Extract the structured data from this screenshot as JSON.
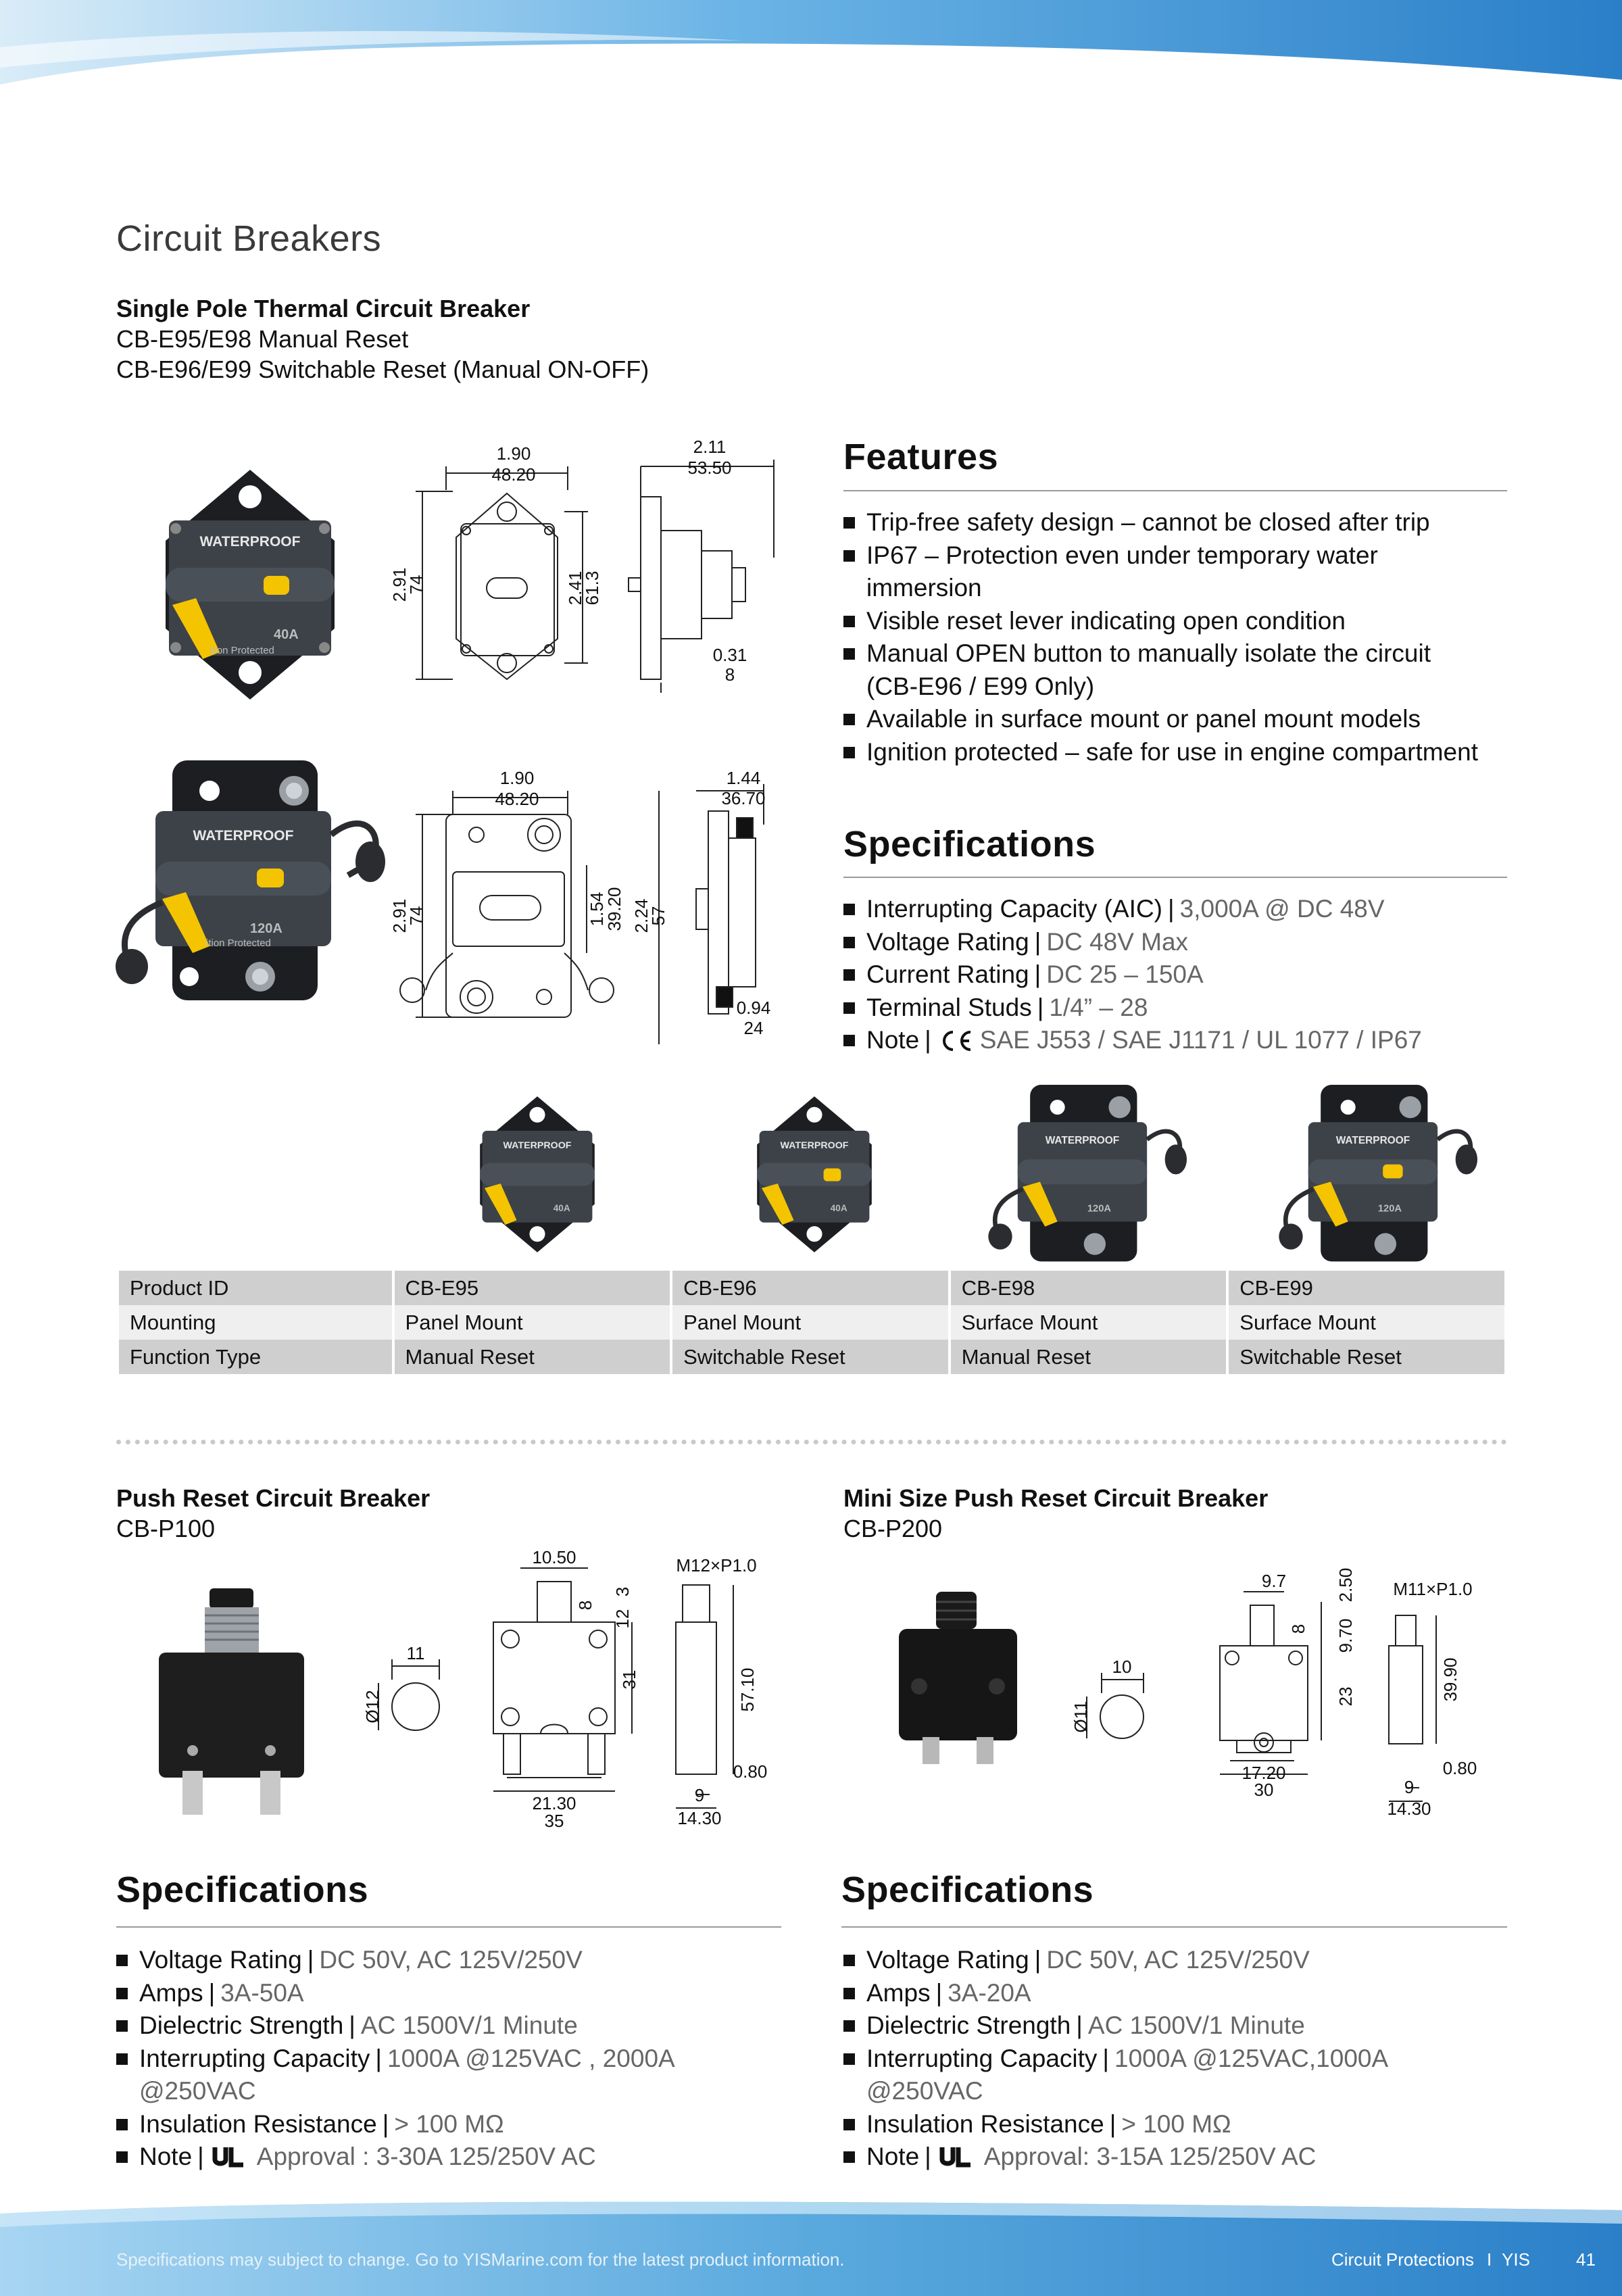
{
  "page": {
    "title": "Circuit Breakers",
    "number": "41",
    "footer_note": "Specifications may subject to change. Go to YISMarine.com for the latest product information.",
    "footer_section": "Circuit Protections",
    "footer_divider": "I",
    "footer_brand": "YIS",
    "colors": {
      "wave_dark": "#2a7fc8",
      "wave_light": "#8cc8ef",
      "table_dark": "#cfcfcf",
      "table_light": "#efefef"
    }
  },
  "thermal": {
    "heading": "Single Pole Thermal Circuit Breaker",
    "line1": "CB-E95/E98 Manual Reset",
    "line2": "CB-E96/E99 Switchable Reset (Manual ON-OFF)",
    "photo1": {
      "label": "WATERPROOF",
      "rating": "40A",
      "caption": "ition Protected"
    },
    "photo2": {
      "label": "WATERPROOF",
      "rating": "120A",
      "caption": "ition Protected"
    },
    "dims_panel": {
      "width_in": "1.90",
      "width_mm": "48.20",
      "height_in": "2.91",
      "height_mm": "74",
      "hole_in": "2.41",
      "hole_mm": "61.3",
      "depth_in": "2.11",
      "depth_mm": "53.50",
      "flange_in": "0.31",
      "flange_mm": "8"
    },
    "dims_surface": {
      "width_in": "1.90",
      "width_mm": "48.20",
      "height_in": "2.91",
      "height_mm": "74",
      "inner_in": "1.54",
      "inner_mm": "39.20",
      "side_in": "2.24",
      "side_mm": "57",
      "depth_in": "1.44",
      "depth_mm": "36.70",
      "base_in": "0.94",
      "base_mm": "24"
    },
    "features": {
      "heading": "Features",
      "items": [
        "Trip-free safety design – cannot be closed after trip",
        "IP67 – Protection even under temporary water",
        "immersion",
        "Visible reset lever indicating open condition",
        "Manual OPEN button to manually isolate the circuit",
        "(CB-E96 / E99 Only)",
        "Available in surface mount or panel mount models",
        "Ignition protected – safe for use in engine compartment"
      ]
    },
    "specs": {
      "heading": "Specifications",
      "items": [
        {
          "label": "Interrupting Capacity (AIC)",
          "value": "3,000A @ DC 48V"
        },
        {
          "label": "Voltage Rating",
          "value": "DC 48V Max"
        },
        {
          "label": "Current Rating",
          "value": "DC 25 – 150A"
        },
        {
          "label": "Terminal Studs",
          "value": "1/4” – 28"
        },
        {
          "label": "Note",
          "value": "SAE J553 / SAE J1171 / UL 1077 / IP67",
          "mark": "CE"
        }
      ]
    },
    "gallery": [
      {
        "label": "WATERPROOF",
        "rating": "40A"
      },
      {
        "label": "WATERPROOF",
        "rating": "40A"
      },
      {
        "label": "WATERPROOF",
        "rating": "120A"
      },
      {
        "label": "WATERPROOF",
        "rating": "120A"
      }
    ],
    "table": {
      "rows": [
        {
          "label": "Product ID",
          "cells": [
            "CB-E95",
            "CB-E96",
            "CB-E98",
            "CB-E99"
          ]
        },
        {
          "label": "Mounting",
          "cells": [
            "Panel Mount",
            "Panel Mount",
            "Surface Mount",
            "Surface Mount"
          ]
        },
        {
          "label": "Function Type",
          "cells": [
            "Manual Reset",
            "Switchable Reset",
            "Manual Reset",
            "Switchable Reset"
          ]
        }
      ]
    }
  },
  "push": {
    "heading": "Push Reset Circuit Breaker",
    "model": "CB-P100",
    "dims": {
      "dia": "Ø12",
      "face": "11",
      "top": "10.50",
      "d3": "3",
      "d8": "8",
      "d12": "12",
      "d31": "31",
      "width1": "21.30",
      "width2": "35",
      "thread": "M12×P1.0",
      "len": "57.10",
      "tab": "0.80",
      "d9": "9",
      "base": "14.30"
    },
    "specs": {
      "heading": "Specifications",
      "items": [
        {
          "label": "Voltage Rating",
          "value": "DC 50V, AC 125V/250V"
        },
        {
          "label": "Amps",
          "value": "3A-50A"
        },
        {
          "label": "Dielectric Strength",
          "value": "AC 1500V/1 Minute"
        },
        {
          "label": "Interrupting Capacity",
          "value": "1000A @125VAC , 2000A"
        },
        {
          "cont": "@250VAC"
        },
        {
          "label": "Insulation Resistance",
          "value": "> 100 MΩ"
        },
        {
          "label": "Note",
          "value": "Approval : 3-30A 125/250V AC",
          "mark": "UL"
        }
      ]
    }
  },
  "mini": {
    "heading": "Mini Size Push Reset Circuit Breaker",
    "model": "CB-P200",
    "dims": {
      "dia": "Ø11",
      "face": "10",
      "top": "9.7",
      "d250": "2.50",
      "d8": "8",
      "d970": "9.70",
      "d23": "23",
      "width1": "17.20",
      "width2": "30",
      "thread": "M11×P1.0",
      "len": "39.90",
      "tab": "0.80",
      "d9": "9",
      "base": "14.30"
    },
    "specs": {
      "heading": "Specifications",
      "items": [
        {
          "label": "Voltage Rating",
          "value": "DC 50V, AC 125V/250V"
        },
        {
          "label": "Amps",
          "value": "3A-20A"
        },
        {
          "label": "Dielectric Strength",
          "value": "AC 1500V/1 Minute"
        },
        {
          "label": "Interrupting Capacity",
          "value": "1000A @125VAC,1000A"
        },
        {
          "cont": "@250VAC"
        },
        {
          "label": "Insulation Resistance",
          "value": "> 100 MΩ"
        },
        {
          "label": "Note",
          "value": "Approval: 3-15A 125/250V AC",
          "mark": "UL"
        }
      ]
    }
  }
}
